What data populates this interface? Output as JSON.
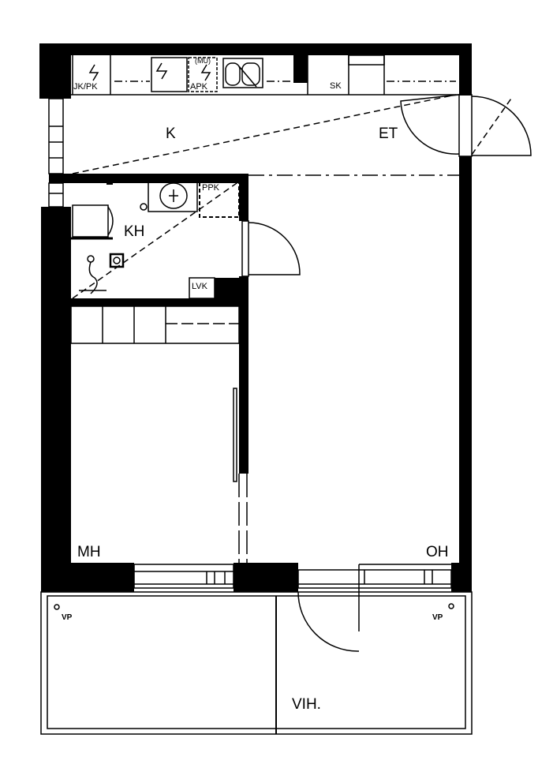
{
  "rooms": {
    "kitchen": "K",
    "entrance": "ET",
    "bathroom": "KH",
    "bedroom": "MH",
    "living_room": "OH",
    "balcony": "VIH."
  },
  "fixtures": {
    "fridge_freezer": "JK/PK",
    "dishwasher": "(MU)",
    "dishwasher_cabinet": "APK",
    "electric_cabinet": "SK",
    "washing_machine": "PPK",
    "plumbing_cabinet": "LVK",
    "drain_left": "VP",
    "drain_right": "VP"
  },
  "colors": {
    "wall": "#000000",
    "background": "#ffffff"
  }
}
